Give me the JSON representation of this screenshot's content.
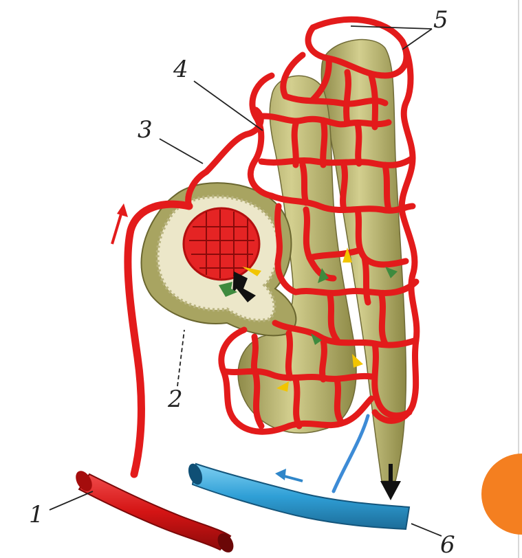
{
  "labels": {
    "one": "1",
    "two": "2",
    "three": "3",
    "four": "4",
    "five": "5",
    "six": "6"
  },
  "colors": {
    "artery": "#e31b1b",
    "vein": "#3aa3d8",
    "tubule": "#c4c07a",
    "capsule": "#b9b56e",
    "accent_tab": "#f47f20",
    "arrow_green": "#3e8a3e",
    "arrow_yellow": "#f2c500",
    "arrow_black": "#111111"
  }
}
